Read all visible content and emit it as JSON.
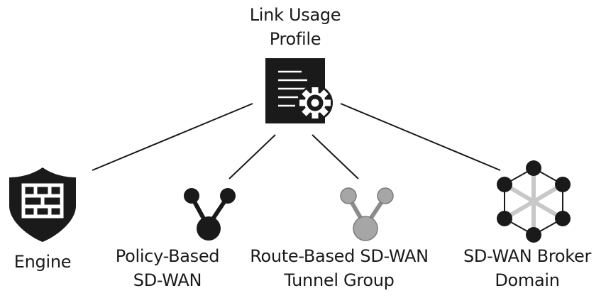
{
  "root": {
    "label_line1": "Link Usage",
    "label_line2": "Profile",
    "icon": "document-gear-icon"
  },
  "nodes": [
    {
      "id": "engine",
      "label_line1": "Engine",
      "label_line2": "",
      "icon": "firewall-shield-icon",
      "color": "#1a1a1a"
    },
    {
      "id": "policy-based-sd-wan",
      "label_line1": "Policy-Based",
      "label_line2": "SD-WAN",
      "icon": "fork-nodes-icon",
      "color": "#1a1a1a"
    },
    {
      "id": "route-based-tunnel-group",
      "label_line1": "Route-Based SD-WAN",
      "label_line2": "Tunnel Group",
      "icon": "fork-nodes-icon",
      "color": "#9a9a9a"
    },
    {
      "id": "sd-wan-broker-domain",
      "label_line1": "SD-WAN Broker",
      "label_line2": "Domain",
      "icon": "mesh-network-icon",
      "color": "#1a1a1a"
    }
  ],
  "colors": {
    "dark": "#1a1a1a",
    "gray": "#9a9a9a",
    "light-gray": "#c8c8c8",
    "line": "#1a1a1a"
  }
}
